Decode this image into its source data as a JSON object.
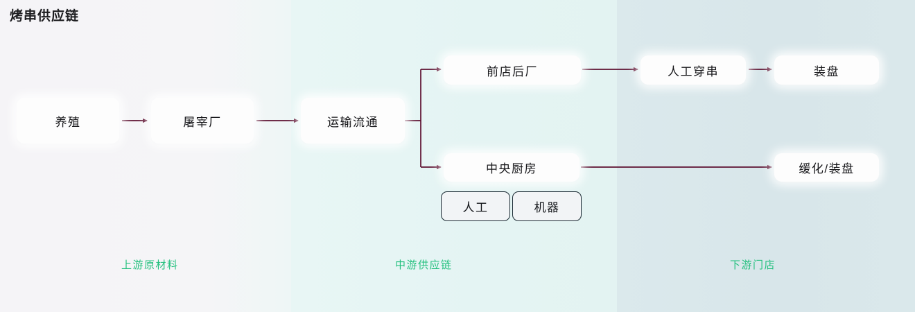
{
  "title": "烤串供应链",
  "colors": {
    "arrow": "#5d1030",
    "node_text": "#17171a",
    "chip_border": "#1b2a33",
    "stage_label": "#23c07e",
    "band_upstream": "#f5f4f7",
    "band_midstream": "#e4f4f3",
    "band_downstream": "#d9e7ea"
  },
  "nodes": {
    "breeding": "养殖",
    "slaughterhouse": "屠宰厂",
    "transport": "运输流通",
    "front_shop_back_factory": "前店后厂",
    "central_kitchen": "中央厨房",
    "manual_skewer": "人工穿串",
    "plating": "装盘",
    "thaw_plating": "缓化/装盘"
  },
  "chips": {
    "manual": "人工",
    "machine": "机器"
  },
  "stages": [
    {
      "key": "upstream",
      "label": "上游原材料"
    },
    {
      "key": "midstream",
      "label": "中游供应链"
    },
    {
      "key": "downstream",
      "label": "下游门店"
    }
  ],
  "flow_edges": [
    {
      "from": "养殖",
      "to": "屠宰厂"
    },
    {
      "from": "屠宰厂",
      "to": "运输流通"
    },
    {
      "from": "运输流通",
      "to": "前店后厂"
    },
    {
      "from": "运输流通",
      "to": "中央厨房"
    },
    {
      "from": "前店后厂",
      "to": "人工穿串"
    },
    {
      "from": "人工穿串",
      "to": "装盘"
    },
    {
      "from": "中央厨房",
      "to": "缓化/装盘"
    }
  ]
}
